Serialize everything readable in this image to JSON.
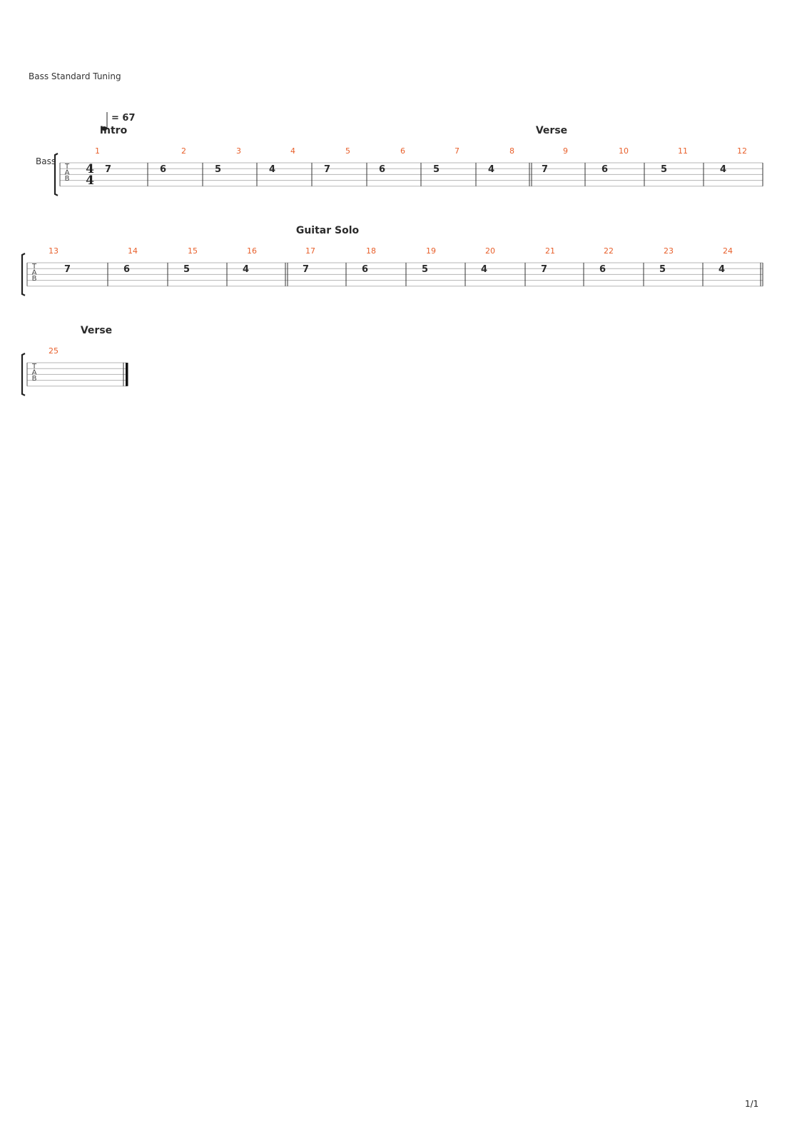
{
  "tuning": "Bass Standard Tuning",
  "track_label": "Bass",
  "tempo": "= 67",
  "time_signature": {
    "numerator": "4",
    "denominator": "4"
  },
  "tab_clef": [
    "T",
    "A",
    "B"
  ],
  "page_number": "1/1",
  "colors": {
    "measure_number": "#e8602c",
    "text": "#2b2b2b",
    "staff_line": "#b5b5b5"
  },
  "systems": [
    {
      "sections": [
        {
          "label": "Intro",
          "at_measure": 1
        },
        {
          "label": "Verse",
          "at_measure": 9
        }
      ],
      "measures": [
        {
          "number": "1",
          "note": "7"
        },
        {
          "number": "2",
          "note": "6"
        },
        {
          "number": "3",
          "note": "5"
        },
        {
          "number": "4",
          "note": "4"
        },
        {
          "number": "5",
          "note": "7"
        },
        {
          "number": "6",
          "note": "6"
        },
        {
          "number": "7",
          "note": "5"
        },
        {
          "number": "8",
          "note": "4"
        },
        {
          "number": "9",
          "note": "7",
          "double_bar_before": true
        },
        {
          "number": "10",
          "note": "6"
        },
        {
          "number": "11",
          "note": "5"
        },
        {
          "number": "12",
          "note": "4"
        }
      ]
    },
    {
      "sections": [
        {
          "label": "Guitar Solo",
          "at_measure": 17
        }
      ],
      "measures": [
        {
          "number": "13",
          "note": "7"
        },
        {
          "number": "14",
          "note": "6"
        },
        {
          "number": "15",
          "note": "5"
        },
        {
          "number": "16",
          "note": "4"
        },
        {
          "number": "17",
          "note": "7",
          "double_bar_before": true
        },
        {
          "number": "18",
          "note": "6"
        },
        {
          "number": "19",
          "note": "5"
        },
        {
          "number": "20",
          "note": "4"
        },
        {
          "number": "21",
          "note": "7"
        },
        {
          "number": "22",
          "note": "6"
        },
        {
          "number": "23",
          "note": "5"
        },
        {
          "number": "24",
          "note": "4",
          "double_bar_after": true
        }
      ]
    },
    {
      "sections": [
        {
          "label": "Verse",
          "at_measure": 25
        }
      ],
      "measures": [
        {
          "number": "25",
          "note": "",
          "final_bar_after": true
        }
      ]
    }
  ]
}
